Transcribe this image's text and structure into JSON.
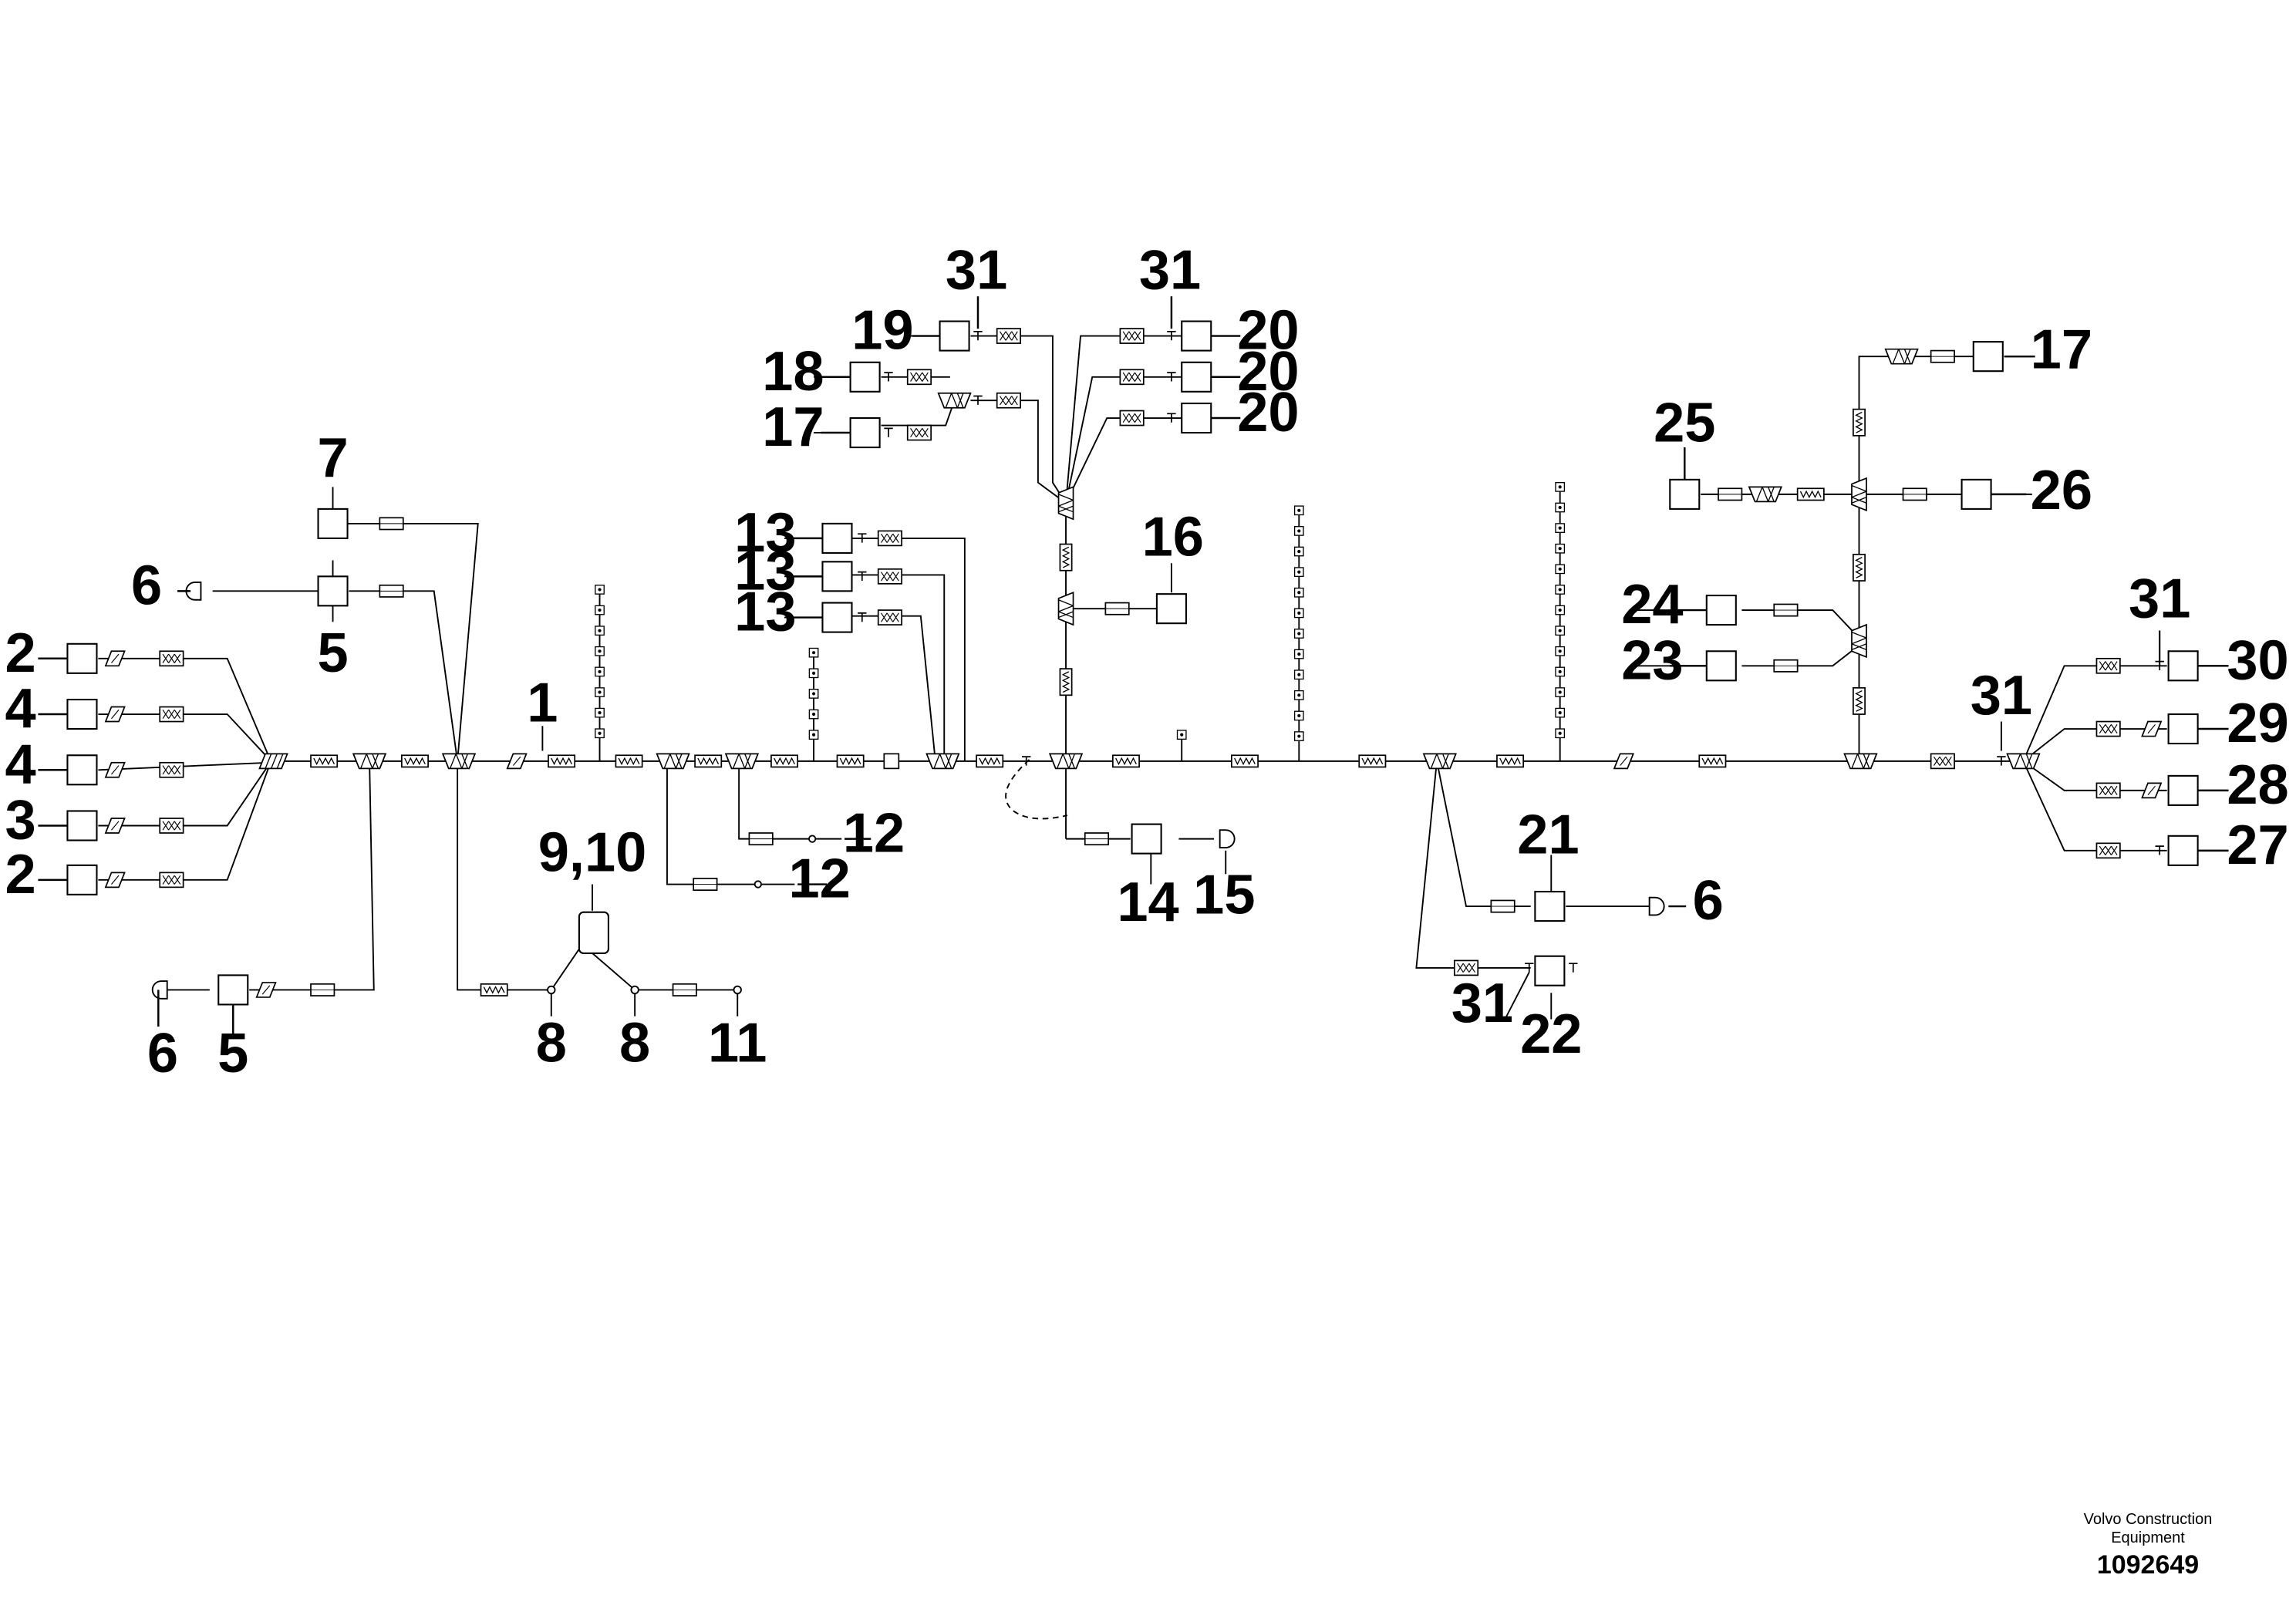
{
  "labels": {
    "l1": "1",
    "l2a": "2",
    "l2b": "2",
    "l3": "3",
    "l4a": "4",
    "l4b": "4",
    "l5a": "5",
    "l5b": "5",
    "l6a": "6",
    "l6b": "6",
    "l6c": "6",
    "l7": "7",
    "l8a": "8",
    "l8b": "8",
    "l910": "9,10",
    "l11": "11",
    "l12a": "12",
    "l12b": "12",
    "l13a": "13",
    "l13b": "13",
    "l13c": "13",
    "l14": "14",
    "l15": "15",
    "l16": "16",
    "l17a": "17",
    "l17b": "17",
    "l18": "18",
    "l19": "19",
    "l20a": "20",
    "l20b": "20",
    "l20c": "20",
    "l21": "21",
    "l22": "22",
    "l23": "23",
    "l24": "24",
    "l25": "25",
    "l26": "26",
    "l27": "27",
    "l28": "28",
    "l29": "29",
    "l30": "30",
    "l31a": "31",
    "l31b": "31",
    "l31c": "31",
    "l31d": "31",
    "l31e": "31"
  },
  "footer": {
    "brand_line1": "Volvo Construction",
    "brand_line2": "Equipment",
    "part_number": "1092649"
  }
}
